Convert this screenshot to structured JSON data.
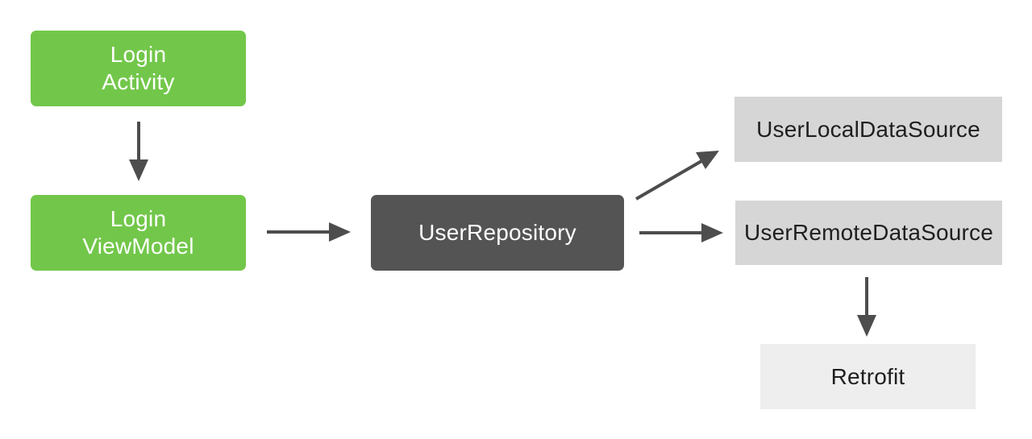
{
  "nodes": {
    "login_activity": {
      "line1": "Login",
      "line2": "Activity"
    },
    "login_viewmodel": {
      "line1": "Login",
      "line2": "ViewModel"
    },
    "user_repository": {
      "label": "UserRepository"
    },
    "user_local_data_source": {
      "label": "UserLocalDataSource"
    },
    "user_remote_data_source": {
      "label": "UserRemoteDataSource"
    },
    "retrofit": {
      "label": "Retrofit"
    }
  },
  "edges": [
    {
      "from": "Login Activity",
      "to": "Login ViewModel"
    },
    {
      "from": "Login ViewModel",
      "to": "UserRepository"
    },
    {
      "from": "UserRepository",
      "to": "UserLocalDataSource"
    },
    {
      "from": "UserRepository",
      "to": "UserRemoteDataSource"
    },
    {
      "from": "UserRemoteDataSource",
      "to": "Retrofit"
    }
  ],
  "colors": {
    "activity_green": "#72c74a",
    "repository_dark": "#545454",
    "data_source_gray": "#d6d6d6",
    "retrofit_light_gray": "#eeeeee",
    "arrow": "#4d4d4d"
  }
}
